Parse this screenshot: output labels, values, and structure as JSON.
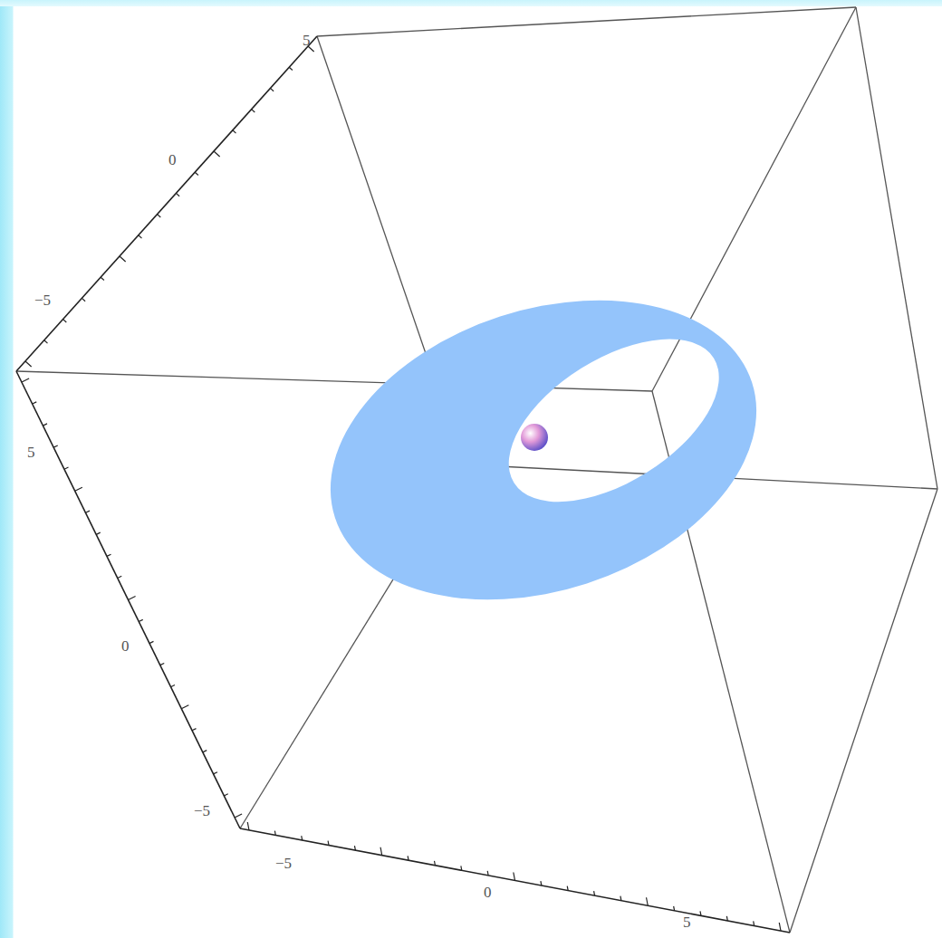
{
  "diagram": {
    "labels": [
      "5",
      "0",
      "−5",
      "5",
      "0",
      "−5",
      "−5",
      "0",
      "5"
    ]
  }
}
